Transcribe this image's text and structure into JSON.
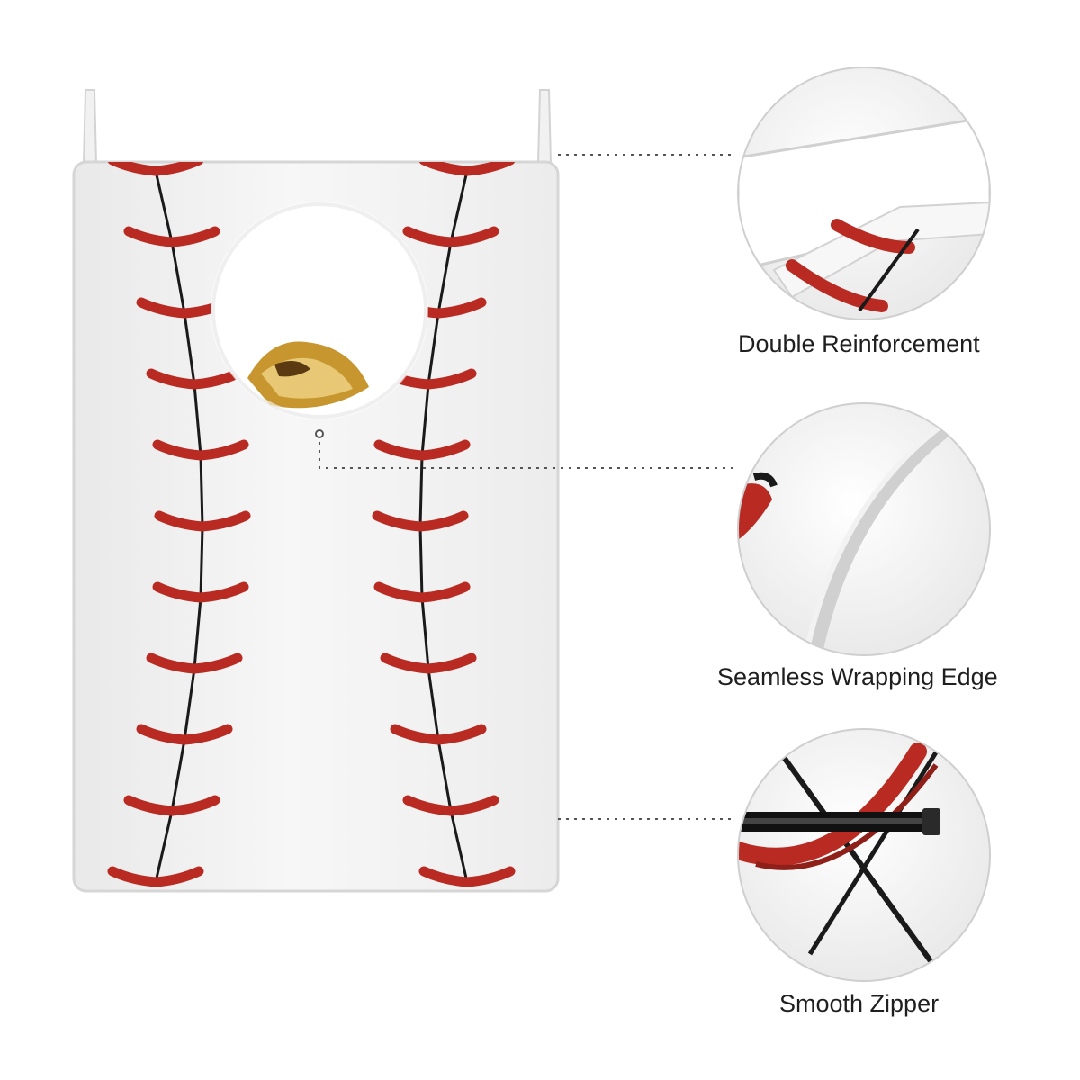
{
  "product": {
    "name": "baseball-laundry-hamper",
    "body_color": "#f4f4f4",
    "stitch_color": "#b92b22",
    "seam_color": "#1a1a1a"
  },
  "features": [
    {
      "label": "Double Reinforcement",
      "icon": "reinforced-strap-closeup"
    },
    {
      "label": "Seamless Wrapping Edge",
      "icon": "wrapped-edge-closeup"
    },
    {
      "label": "Smooth Zipper",
      "icon": "zipper-closeup"
    }
  ]
}
